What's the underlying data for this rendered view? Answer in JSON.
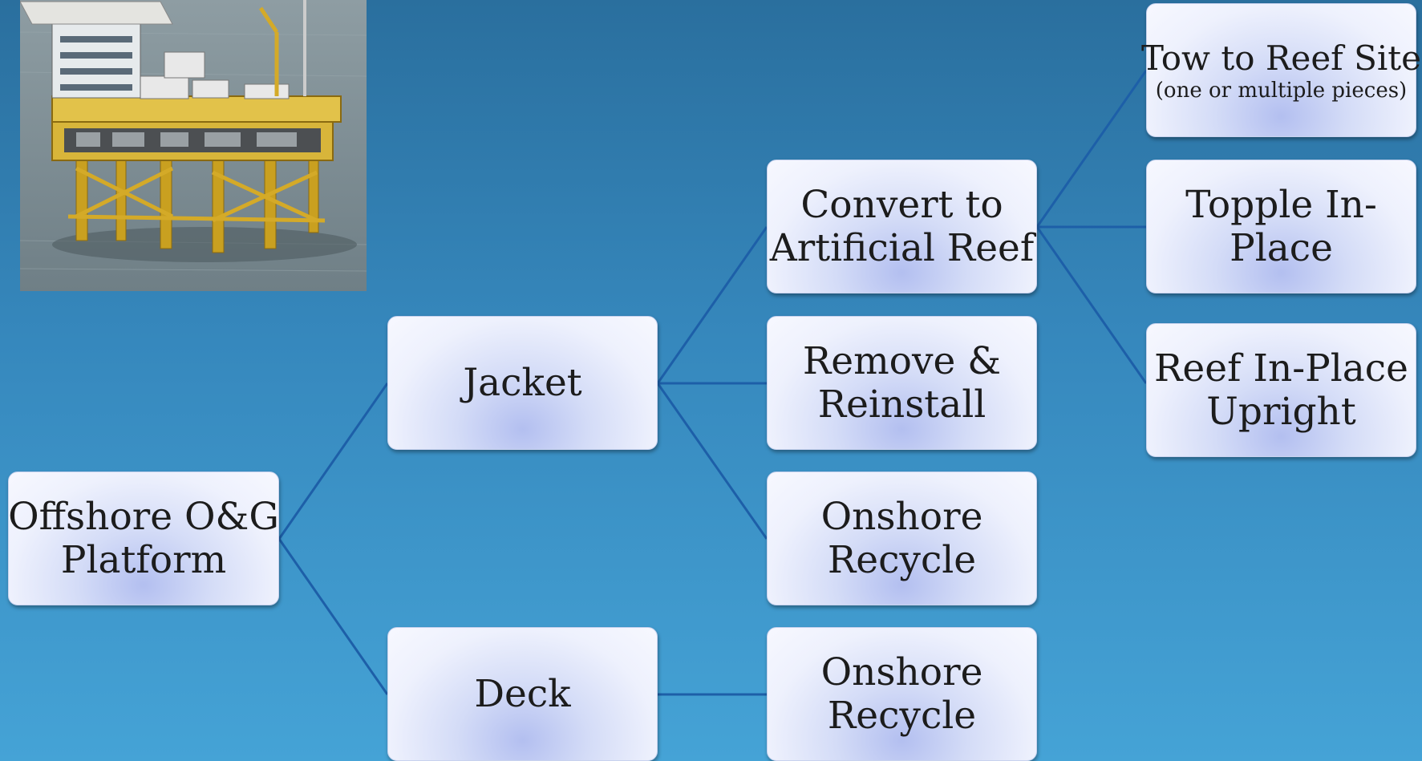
{
  "diagram": {
    "root": {
      "lines": [
        "Offshore O&G",
        "Platform"
      ]
    },
    "jacket": {
      "lines": [
        "Jacket"
      ]
    },
    "deck": {
      "lines": [
        "Deck"
      ]
    },
    "convert_reef": {
      "lines": [
        "Convert to",
        "Artificial Reef"
      ]
    },
    "remove_reinstall": {
      "lines": [
        "Remove &",
        "Reinstall"
      ]
    },
    "onshore_recycle_jacket": {
      "lines": [
        "Onshore",
        "Recycle"
      ]
    },
    "onshore_recycle_deck": {
      "lines": [
        "Onshore",
        "Recycle"
      ]
    },
    "tow_reef": {
      "title": "Tow to Reef Site",
      "subtitle": "(one or multiple pieces)"
    },
    "topple": {
      "lines": [
        "Topple In-",
        "Place"
      ]
    },
    "reef_upright": {
      "lines": [
        "Reef In-Place",
        "Upright"
      ]
    }
  },
  "colors": {
    "connector": "#1d5fa8",
    "node_text": "#1c1c1c"
  },
  "image": {
    "name": "offshore-platform-photo"
  }
}
